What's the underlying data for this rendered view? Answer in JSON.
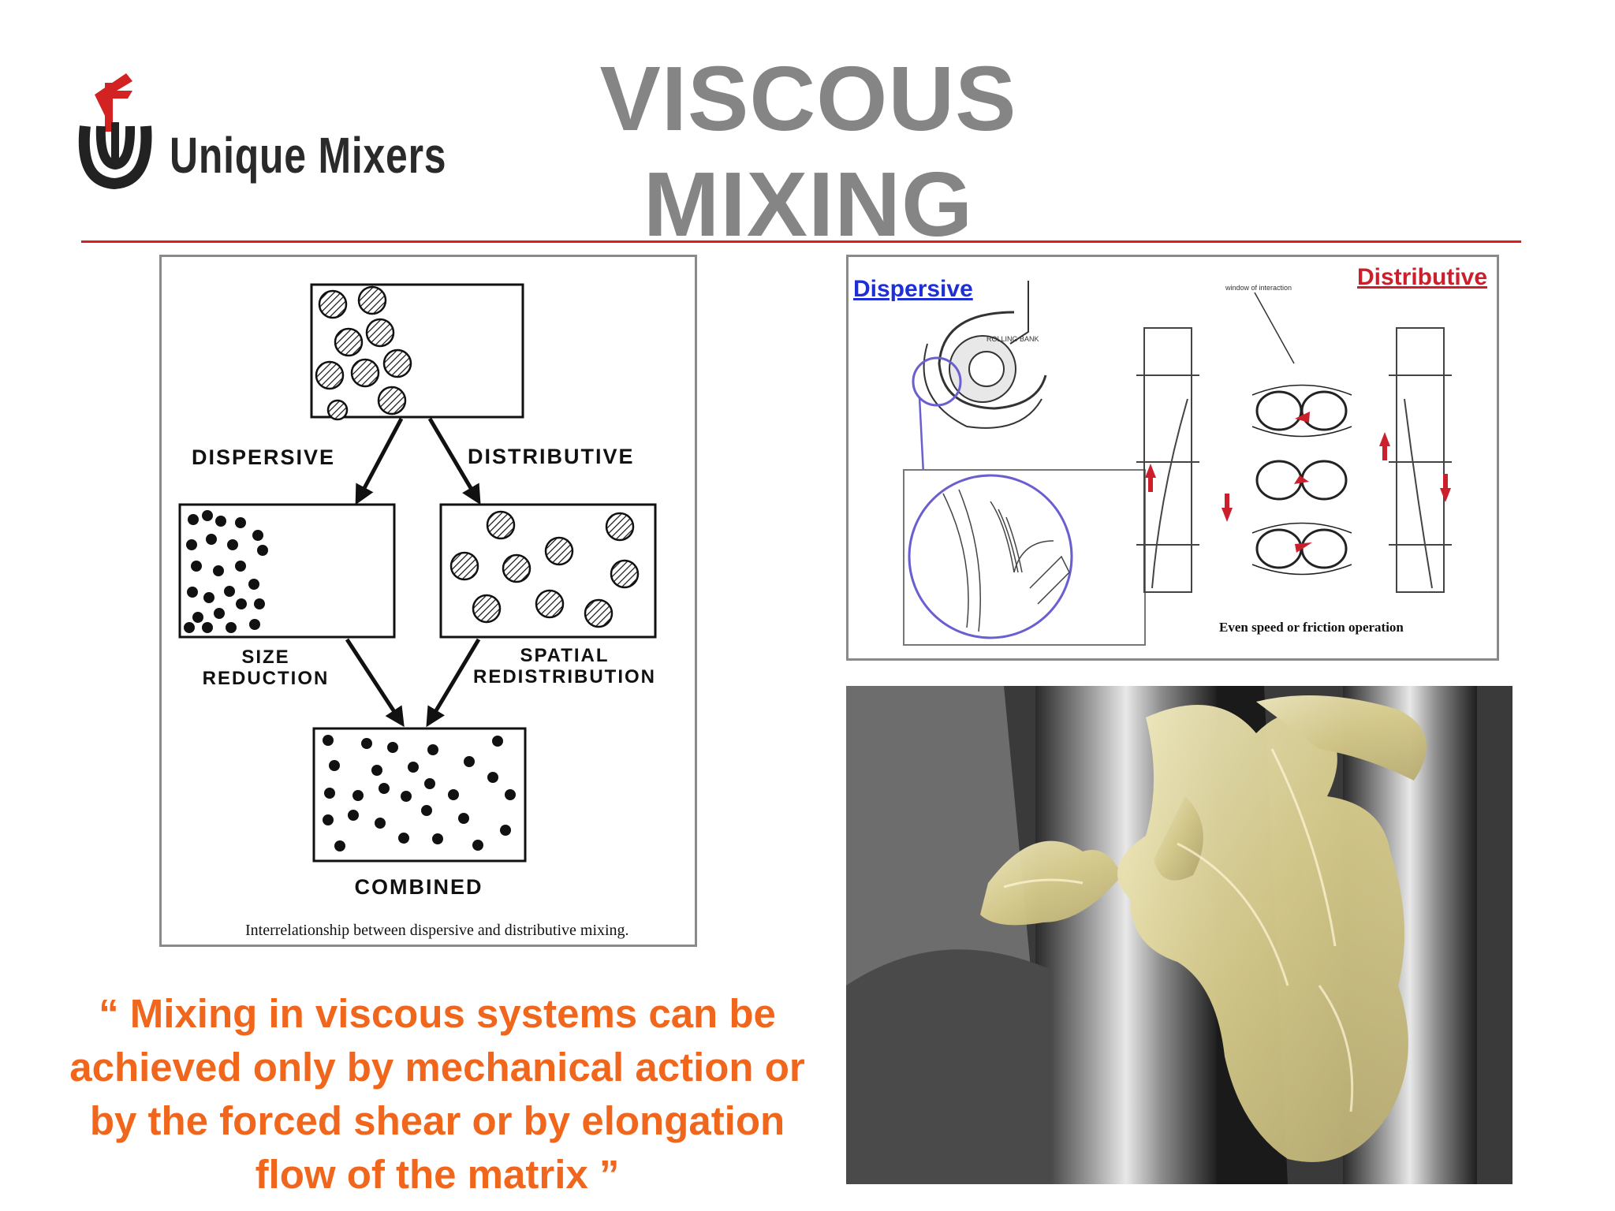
{
  "header": {
    "logo_text": "Unique Mixers",
    "title_line1": "VISCOUS",
    "title_line2": "MIXING"
  },
  "left_figure": {
    "dispersive": "DISPERSIVE",
    "distributive": "DISTRIBUTIVE",
    "size_line1": "SIZE",
    "size_line2": "REDUCTION",
    "spatial_line1": "SPATIAL",
    "spatial_line2": "REDISTRIBUTION",
    "combined": "COMBINED",
    "caption": "Interrelationship between dispersive and distributive mixing."
  },
  "right_figure": {
    "dispersive": "Dispersive",
    "distributive": "Distributive",
    "window_label": "window of interaction",
    "rolling_bank": "ROLLING BANK",
    "caption": "Even speed or friction operation"
  },
  "quote": "“ Mixing in viscous systems can  be achieved only by mechanical action or by the forced shear or by elongation flow of the matrix ”",
  "colors": {
    "title": "#858585",
    "rule": "#e01b1b",
    "quote": "#f0661c",
    "dispersive_label": "#1f2fd6",
    "distributive_label": "#cc1f2c"
  }
}
